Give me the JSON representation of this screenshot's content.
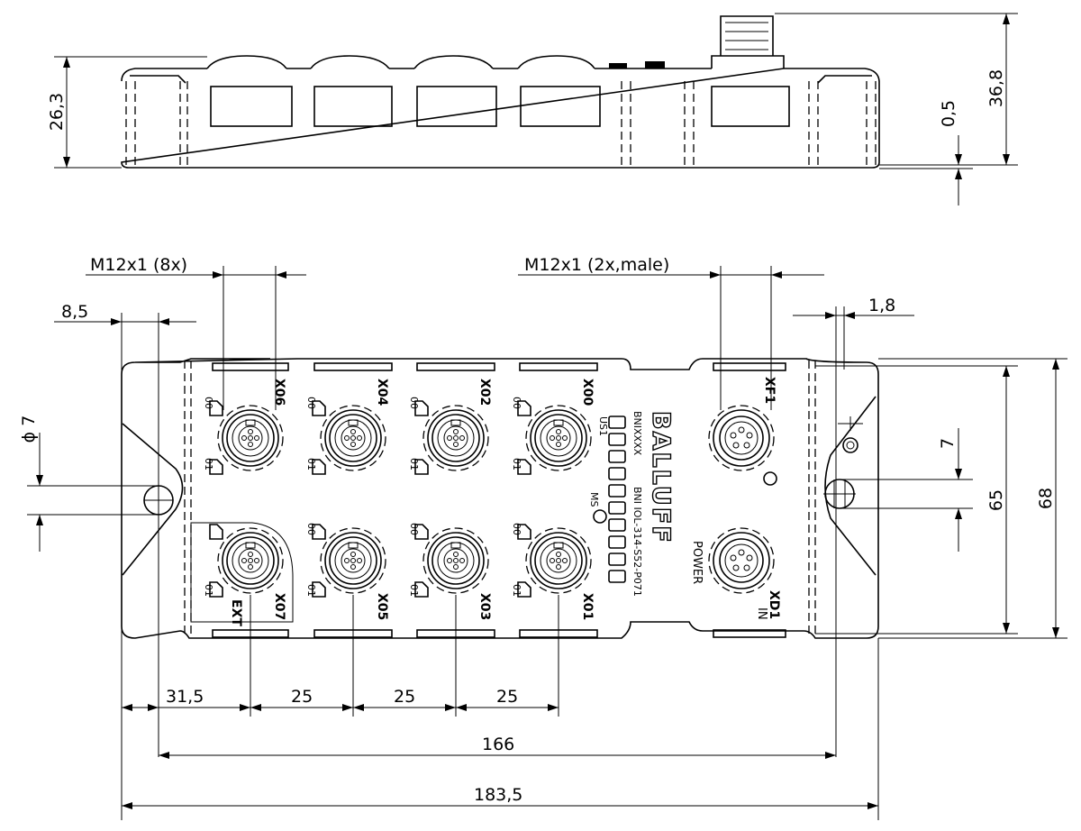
{
  "side_view": {
    "dim_height": "26,3",
    "dim_total_height": "36,8",
    "dim_gap": "0,5"
  },
  "top_view": {
    "label_m12_8x": "M12x1 (8x)",
    "label_m12_2x": "M12x1 (2x,male)",
    "dim_edge": "8,5",
    "dim_right": "1,8",
    "dim_hole": "ϕ 7",
    "dim_slot": "7",
    "dim_inner_height": "65",
    "dim_outer_height": "68",
    "dim_first_port": "31,5",
    "dim_pitch_1": "25",
    "dim_pitch_2": "25",
    "dim_pitch_3": "25",
    "dim_hole_spacing": "166",
    "dim_total_length": "183,5"
  },
  "device": {
    "brand": "BALLUFF",
    "model_code": "BNI IOL-314-S52-P071",
    "model_short": "BNIXXXX",
    "led_label_us1": "US1",
    "led_label_ms": "MS",
    "power_label": "POWER",
    "in_label": "IN",
    "ext_label": "EXT",
    "ports_top": [
      "X06",
      "X04",
      "X02",
      "X00"
    ],
    "ports_bottom": [
      "X07",
      "X05",
      "X03",
      "X01"
    ],
    "pin_label_00": "00",
    "pin_label_01": "01",
    "port_xf1": "XF1",
    "port_xd1": "XD1"
  },
  "colors": {
    "line": "#000000",
    "background": "#ffffff"
  }
}
